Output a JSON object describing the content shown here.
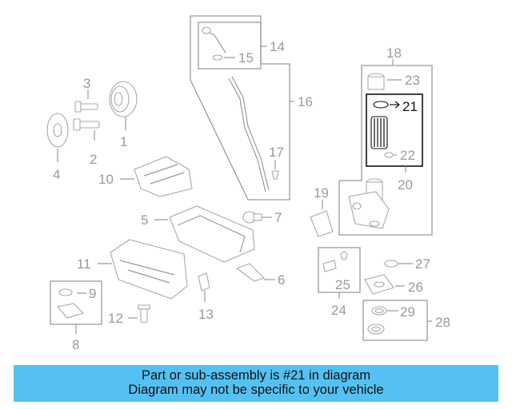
{
  "diagram": {
    "callouts": {
      "c1": "1",
      "c2": "2",
      "c3": "3",
      "c4": "4",
      "c5": "5",
      "c6": "6",
      "c7": "7",
      "c8": "8",
      "c9": "9",
      "c10": "10",
      "c11": "11",
      "c12": "12",
      "c13": "13",
      "c14": "14",
      "c15": "15",
      "c16": "16",
      "c17": "17",
      "c18": "18",
      "c19": "19",
      "c20": "20",
      "c21": "21",
      "c22": "22",
      "c23": "23",
      "c24": "24",
      "c25": "25",
      "c26": "26",
      "c27": "27",
      "c28": "28",
      "c29": "29"
    },
    "highlight_color": "#111111",
    "part_color": "#9a9a9a"
  },
  "banner": {
    "line1": "Part or sub-assembly is #21 in diagram",
    "line2": "Diagram may not be specific to your vehicle",
    "background": "#55c1f2"
  }
}
